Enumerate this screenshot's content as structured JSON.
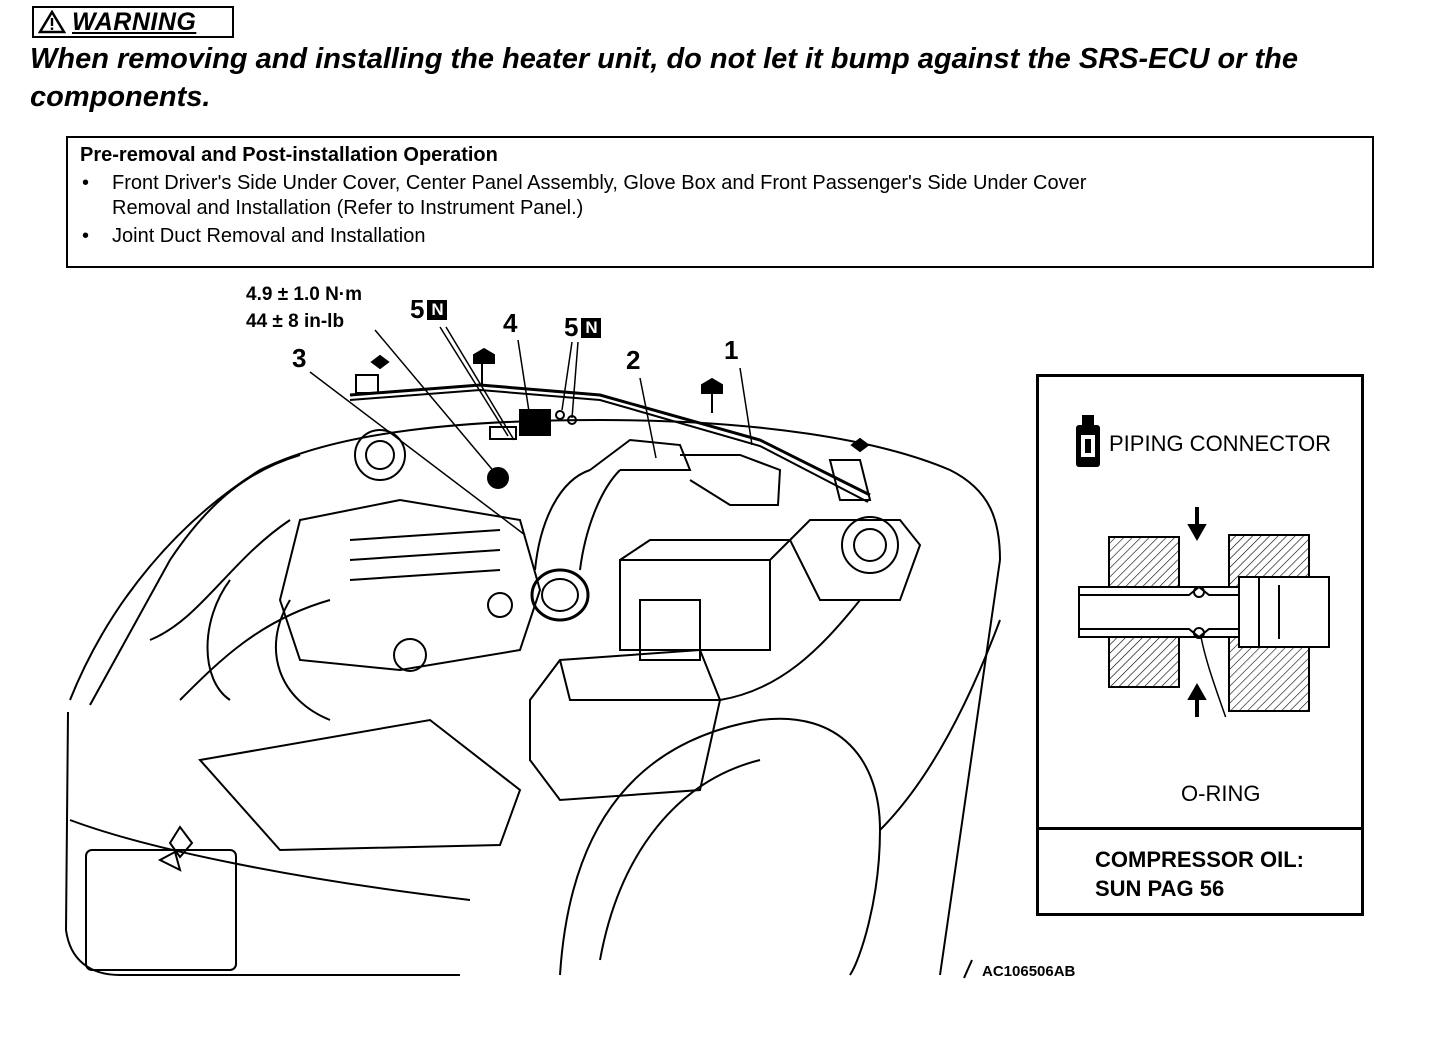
{
  "warning": {
    "label": "WARNING",
    "icon": "warning-triangle-icon",
    "text": "When removing and installing the heater unit, do not let it bump against the SRS-ECU or the components."
  },
  "operation_box": {
    "title": "Pre-removal and Post-installation Operation",
    "items": [
      {
        "bullet": "•",
        "text_line1": "Front Driver's Side Under Cover, Center Panel Assembly, Glove Box and Front Passenger's Side Under Cover",
        "text_line2": "Removal and Installation (Refer to Instrument Panel.)"
      },
      {
        "bullet": "•",
        "text_line1": "Joint Duct Removal and Installation"
      }
    ]
  },
  "diagram": {
    "torque_nm": "4.9 ± 1.0 N·m",
    "torque_inlb": "44 ± 8 in-lb",
    "callouts": {
      "c1": "1",
      "c2": "2",
      "c3": "3",
      "c4": "4",
      "c5a": "5",
      "c5b": "5"
    },
    "n_symbol": "N",
    "figure_code": "AC106506AB"
  },
  "inset": {
    "piping_connector": "PIPING CONNECTOR",
    "o_ring": "O-RING",
    "compressor_oil_line1": "COMPRESSOR OIL:",
    "compressor_oil_line2": "SUN PAG 56"
  }
}
